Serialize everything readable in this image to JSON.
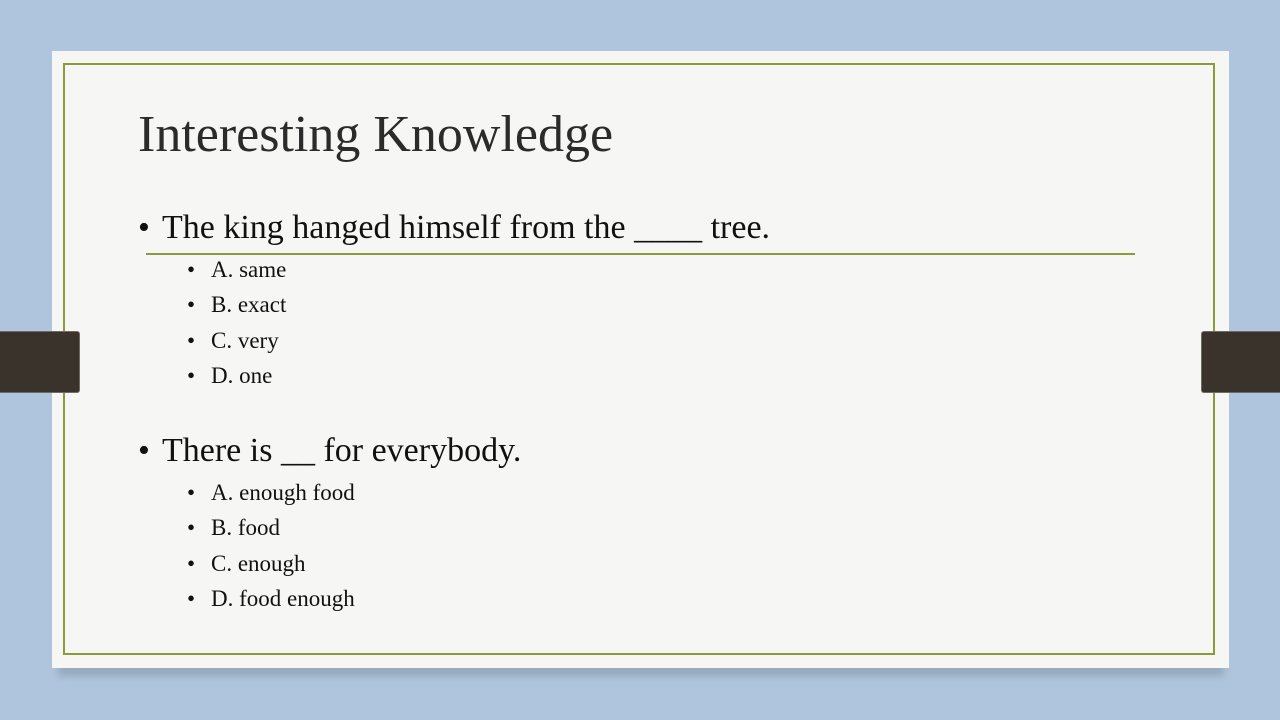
{
  "slide": {
    "title": "Interesting Knowledge",
    "bullet_char": "•",
    "questions": [
      {
        "text": "The king hanged himself  from the ____ tree.",
        "options": [
          "A. same",
          "B. exact",
          "C. very",
          "D. one"
        ]
      },
      {
        "text": "There is __ for everybody.",
        "options": [
          "A. enough food",
          "B. food",
          "C. enough",
          "D. food enough"
        ]
      }
    ]
  }
}
